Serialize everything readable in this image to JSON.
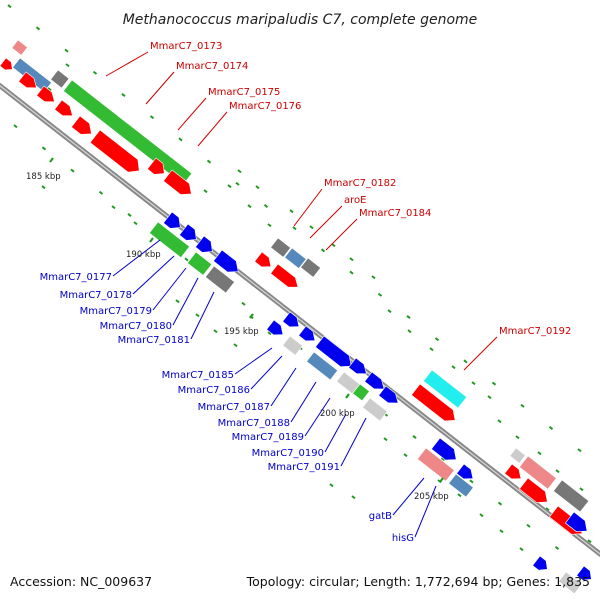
{
  "title": "Methanococcus maripaludis C7, complete genome",
  "footer": {
    "accession": "Accession: NC_009637",
    "summary": "Topology: circular; Length: 1,772,694 bp; Genes: 1,835"
  },
  "colors": {
    "top_label": "#cc0000",
    "bottom_label": "#0000cc",
    "red": "#ff0000",
    "blue": "#0000ee",
    "green": "#33bb33",
    "gray": "#777777",
    "steel": "#5588bb",
    "pink": "#ee8888",
    "silver": "#cccccc",
    "cyan": "#22eeee",
    "backbone": "#888888",
    "tick": "#229922"
  },
  "ticks": [
    {
      "label": "185 kbp"
    },
    {
      "label": "190 kbp"
    },
    {
      "label": "195 kbp"
    },
    {
      "label": "200 kbp"
    },
    {
      "label": "205 kbp"
    }
  ],
  "top_labels": [
    {
      "text": "MmarC7_0173"
    },
    {
      "text": "MmarC7_0174"
    },
    {
      "text": "MmarC7_0175"
    },
    {
      "text": "MmarC7_0176"
    },
    {
      "text": "MmarC7_0182"
    },
    {
      "text": "aroE"
    },
    {
      "text": "MmarC7_0184"
    },
    {
      "text": "MmarC7_0192"
    }
  ],
  "bottom_labels": [
    {
      "text": "MmarC7_0177"
    },
    {
      "text": "MmarC7_0178"
    },
    {
      "text": "MmarC7_0179"
    },
    {
      "text": "MmarC7_0180"
    },
    {
      "text": "MmarC7_0181"
    },
    {
      "text": "MmarC7_0185"
    },
    {
      "text": "MmarC7_0186"
    },
    {
      "text": "MmarC7_0187"
    },
    {
      "text": "MmarC7_0188"
    },
    {
      "text": "MmarC7_0189"
    },
    {
      "text": "MmarC7_0190"
    },
    {
      "text": "MmarC7_0191"
    },
    {
      "text": "gatB"
    },
    {
      "text": "hisG"
    }
  ]
}
